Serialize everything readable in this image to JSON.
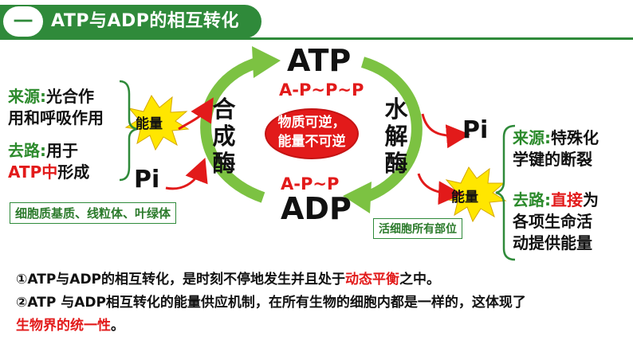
{
  "header": {
    "number": "一",
    "title": "ATP与ADP的相互转化"
  },
  "center": {
    "atp": "ATP",
    "atp_formula": "A-P~P~P",
    "adp": "ADP",
    "adp_formula": "A-P~P",
    "ellipse_line1": "物质可逆，",
    "ellipse_line2": "能量不可逆"
  },
  "synthesis": {
    "enzyme": [
      "合",
      "成",
      "酶"
    ],
    "energy": "能量",
    "pi": "Pi",
    "source_label": "来源:",
    "source_text_1": "光合作",
    "source_text_2": "用和呼吸作用",
    "fate_label": "去路:",
    "fate_text": "用于",
    "fate_line2_red": "ATP中",
    "fate_line2_black": "形成",
    "location": "细胞质基质、线粒体、叶绿体"
  },
  "hydrolysis": {
    "enzyme": [
      "水",
      "解",
      "酶"
    ],
    "pi": "Pi",
    "energy": "能量",
    "source_label": "来源:",
    "source_text_1": "特殊化",
    "source_text_2": "学键的断裂",
    "fate_label": "去路:",
    "fate_text_red": "直接",
    "fate_text_1": "为",
    "fate_text_2": "各项生命活",
    "fate_text_3": "动提供能量",
    "location": "活细胞所有部位"
  },
  "notes": {
    "line1_a": "①ATP与ADP的相互转化，是时刻不停地发生并且处于",
    "line1_red": "动态平衡",
    "line1_b": "之中。",
    "line2": "②ATP 与ADP相互转化的能量供应机制，在所有生物的细胞内都是一样的，这体现了",
    "line3_red": "生物界的统一性",
    "line3_b": "。"
  },
  "colors": {
    "green": "#2f8a3a",
    "arrow_green": "#7cc242",
    "red": "#e21a1a",
    "starburst": "#ffe600"
  }
}
